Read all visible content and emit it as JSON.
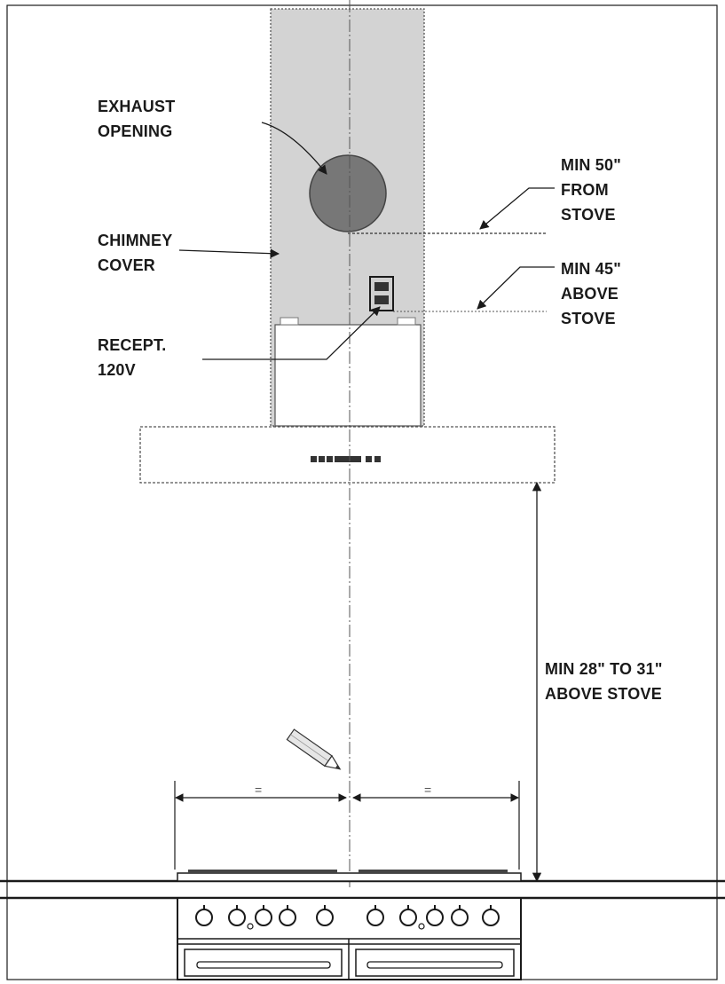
{
  "labels": {
    "exhaust": [
      "EXHAUST",
      "OPENING"
    ],
    "chimney": [
      "CHIMNEY",
      "COVER"
    ],
    "recept": [
      "RECEPT.",
      "120V"
    ],
    "min50": [
      "MIN 50\"",
      "FROM",
      "STOVE"
    ],
    "min45": [
      "MIN 45\"",
      "ABOVE",
      "STOVE"
    ],
    "min28": [
      "MIN 28\" TO 31\"",
      "ABOVE STOVE"
    ],
    "equal_left": "=",
    "equal_right": "="
  },
  "colors": {
    "chimney_fill": "#d3d3d3",
    "exhaust_fill": "#777777",
    "line": "#1a1a1a"
  },
  "icons": {
    "pencil": "pencil-icon",
    "receptacle": "receptacle-icon"
  }
}
